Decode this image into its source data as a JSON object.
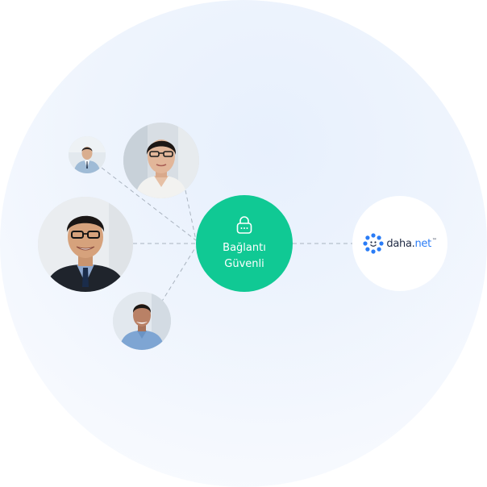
{
  "hub": {
    "line1": "Bağlantı",
    "line2": "Güvenli",
    "icon": "lock-icon",
    "color": "#10c994"
  },
  "brand": {
    "name_main": "daha",
    "name_dot": ".",
    "name_tld": "net",
    "trademark": "™",
    "logo_icon": "flower-dots-logo",
    "accent": "#2a7cf6"
  },
  "people": [
    {
      "icon": "person-avatar-small"
    },
    {
      "icon": "person-avatar-woman"
    },
    {
      "icon": "person-avatar-large"
    },
    {
      "icon": "person-avatar-bottom"
    }
  ]
}
